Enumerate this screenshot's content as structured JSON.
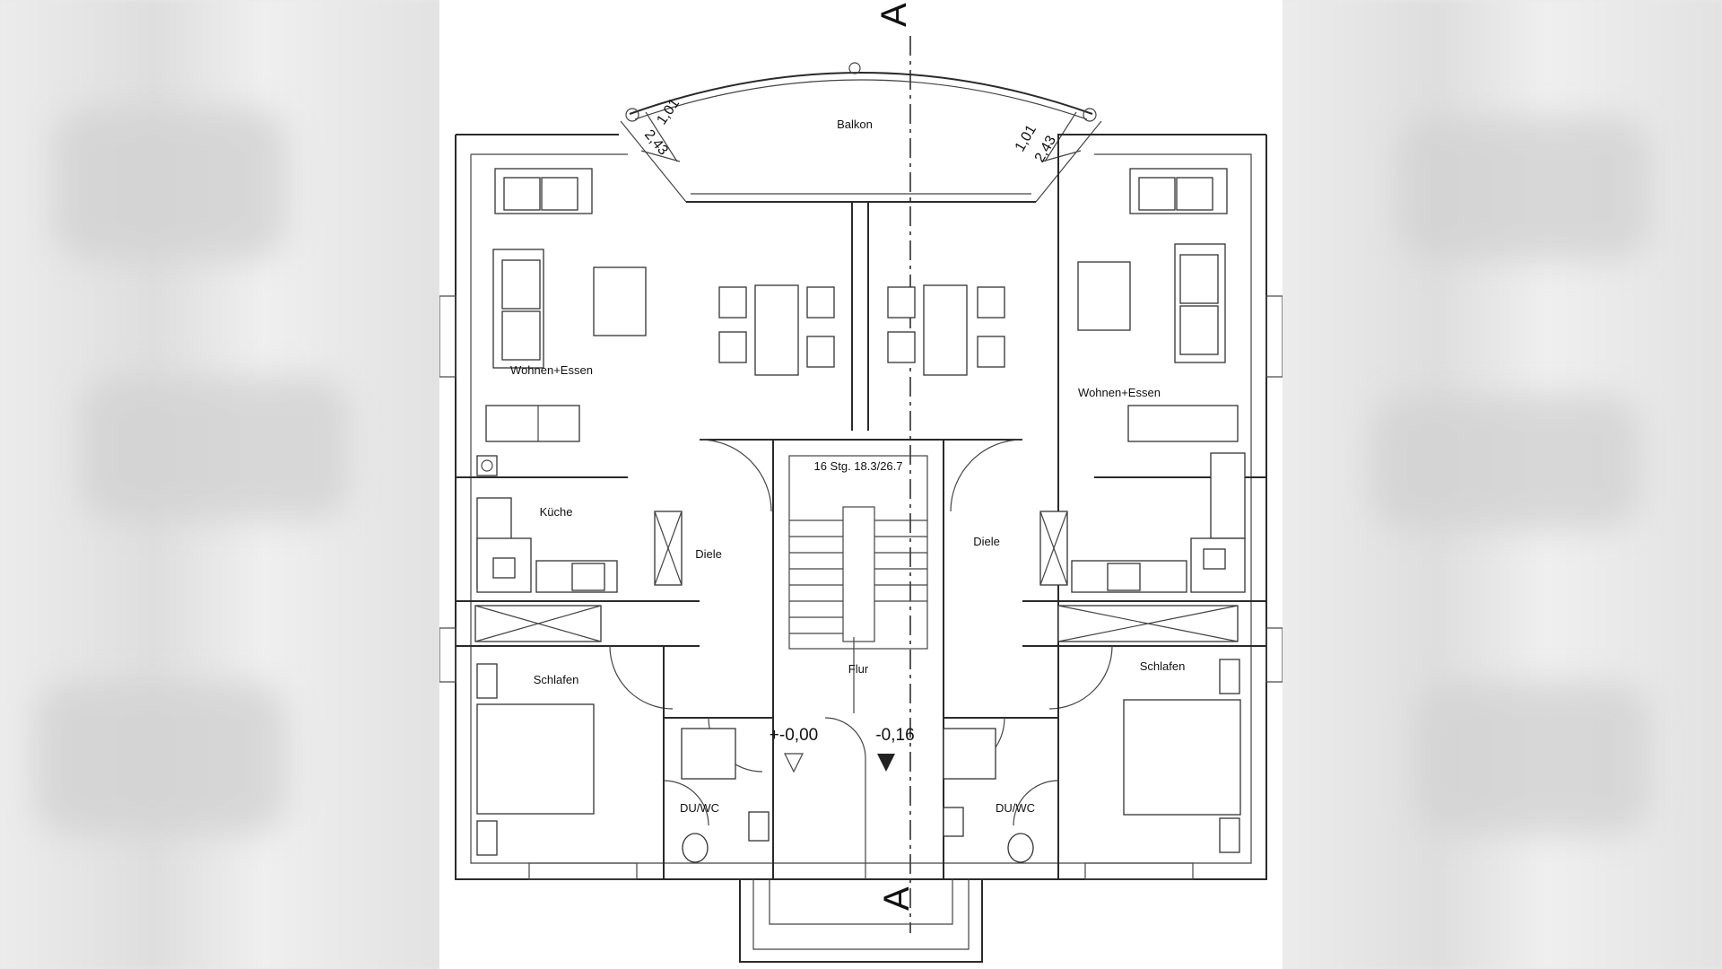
{
  "plan": {
    "section_marker_top": "A",
    "section_marker_bottom": "A",
    "rooms": {
      "balcony": "Balkon",
      "living_left": "Wohnen+Essen",
      "living_right": "Wohnen+Essen",
      "kitchen": "Küche",
      "hall_left": "Diele",
      "hall_right": "Diele",
      "stairs": "16 Stg. 18.3/26.7",
      "corridor": "Flur",
      "bedroom_left": "Schlafen",
      "bedroom_right": "Schlafen",
      "bath_left": "DU/WC",
      "bath_right": "DU/WC"
    },
    "levels": {
      "entry": "+-0,00",
      "lower": "-0,16"
    },
    "dimensions": {
      "left_a": "1,01",
      "left_b": "2,43",
      "right_a": "1,01",
      "right_b": "2,43"
    }
  }
}
